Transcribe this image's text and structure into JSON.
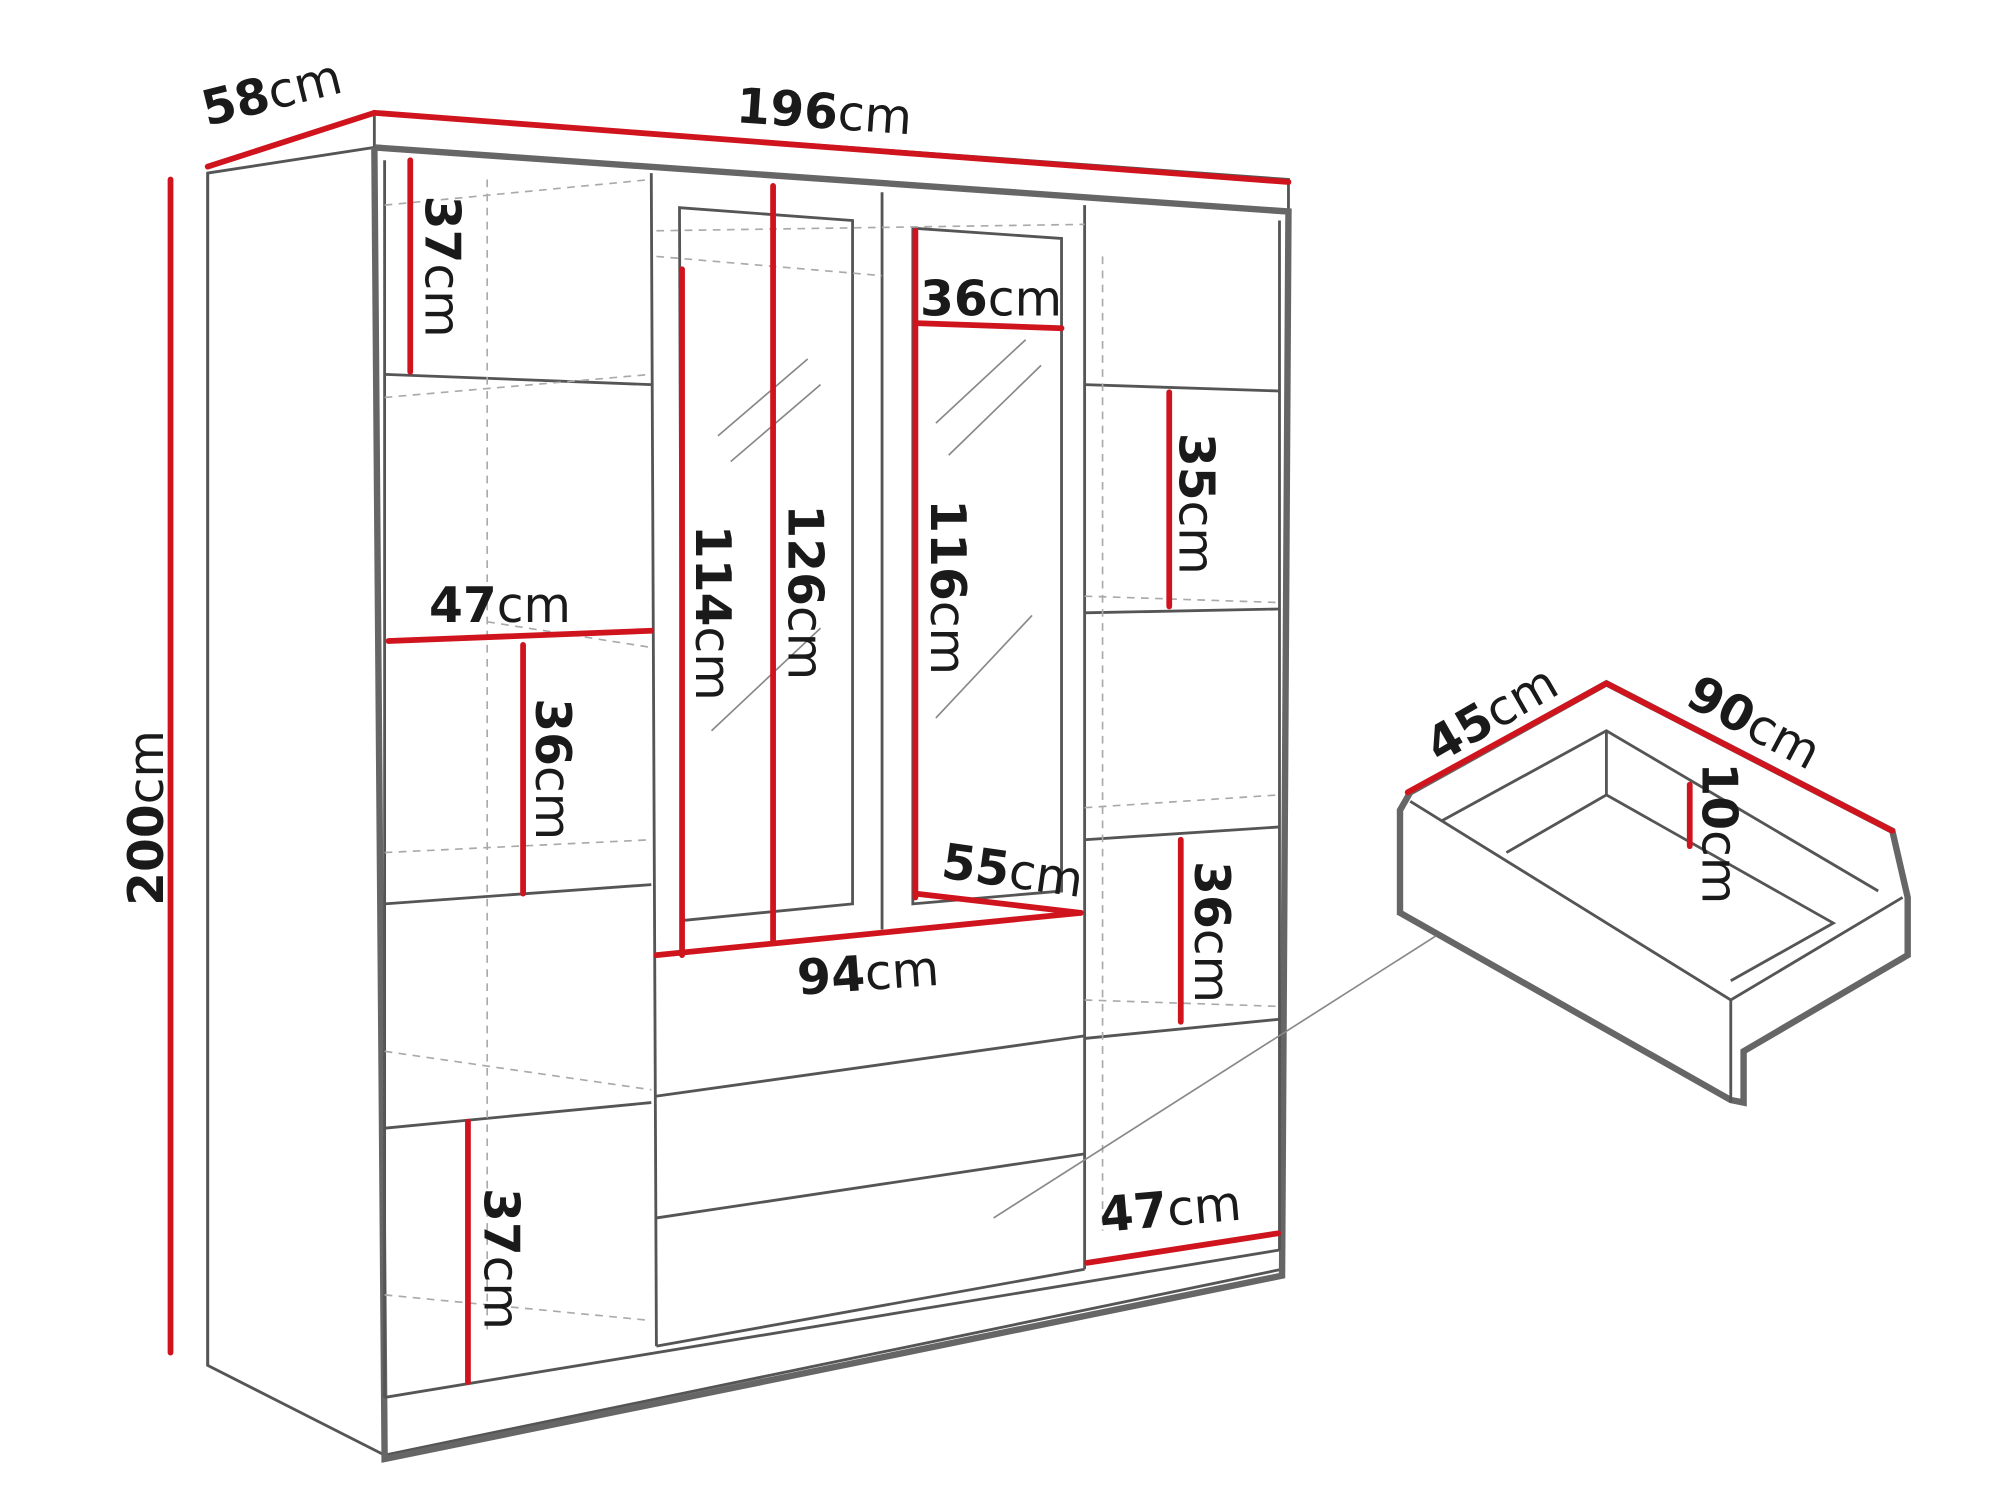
{
  "colors": {
    "dimension_line": "#d0141e",
    "outline": "#555555",
    "hidden_lines": "#aaaaaa"
  },
  "labels": {
    "depth": {
      "value": "58",
      "unit": "cm"
    },
    "width": {
      "value": "196",
      "unit": "cm"
    },
    "height": {
      "value": "200",
      "unit": "cm"
    },
    "left_top_shelf": {
      "value": "37",
      "unit": "cm"
    },
    "left_width": {
      "value": "47",
      "unit": "cm"
    },
    "left_mid_shelf": {
      "value": "36",
      "unit": "cm"
    },
    "left_bottom_shelf": {
      "value": "37",
      "unit": "cm"
    },
    "mirror_left": {
      "value": "114",
      "unit": "cm"
    },
    "center_height": {
      "value": "126",
      "unit": "cm"
    },
    "mirror_right": {
      "value": "116",
      "unit": "cm"
    },
    "mirror_width": {
      "value": "36",
      "unit": "cm"
    },
    "center_depth": {
      "value": "55",
      "unit": "cm"
    },
    "center_width": {
      "value": "94",
      "unit": "cm"
    },
    "right_top_shelf": {
      "value": "35",
      "unit": "cm"
    },
    "right_mid_shelf": {
      "value": "36",
      "unit": "cm"
    },
    "right_width": {
      "value": "47",
      "unit": "cm"
    },
    "drawer_depth": {
      "value": "45",
      "unit": "cm"
    },
    "drawer_width": {
      "value": "90",
      "unit": "cm"
    },
    "drawer_height": {
      "value": "10",
      "unit": "cm"
    }
  }
}
